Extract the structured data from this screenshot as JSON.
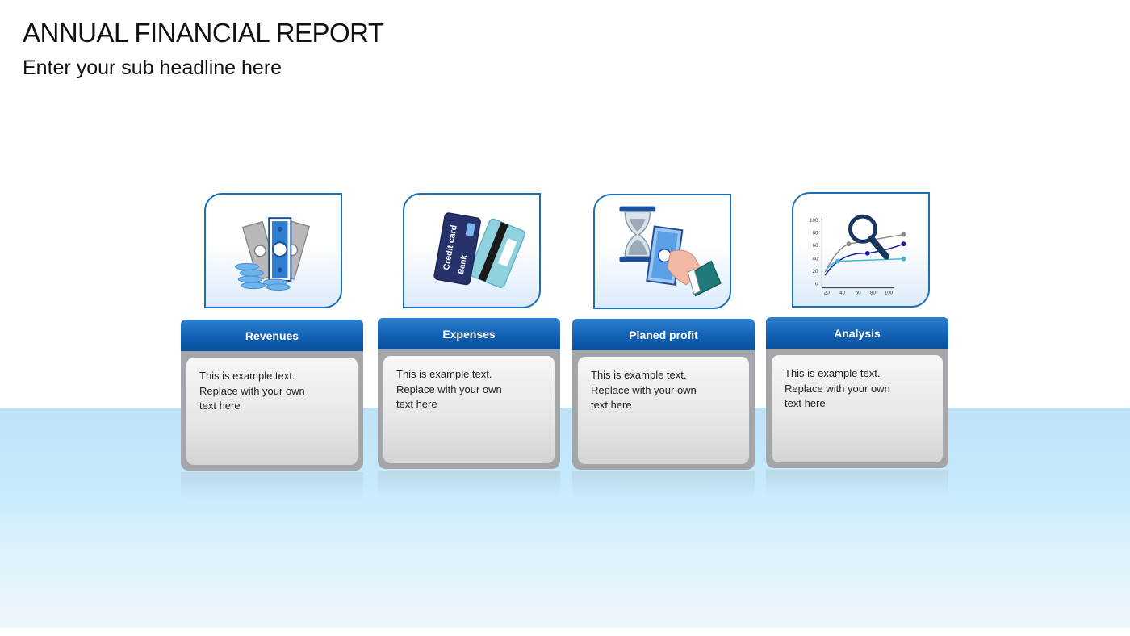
{
  "title": "ANNUAL FINANCIAL REPORT",
  "subtitle": "Enter your sub headline here",
  "colors": {
    "accent_blue": "#1160b4",
    "frame_blue": "#1a6fb5",
    "card_gray": "#a5a6a9",
    "floor_blue": "#c6ebfc"
  },
  "cards": [
    {
      "icon": "money-bills-icon",
      "header": "Revenues",
      "text_lines": [
        "This is example text.",
        "Replace with your own",
        "text here"
      ]
    },
    {
      "icon": "credit-card-icon",
      "header": "Expenses",
      "text_lines": [
        "This is example text.",
        "Replace with your own",
        "text here"
      ],
      "icon_labels": {
        "card_text": "Credit card",
        "bank_text": "Bank"
      }
    },
    {
      "icon": "hourglass-money-icon",
      "header": "Planed profit",
      "text_lines": [
        "This is example text.",
        "Replace with your own",
        "text here"
      ]
    },
    {
      "icon": "chart-magnifier-icon",
      "header": "Analysis",
      "text_lines": [
        "This is example text.",
        "Replace with your own",
        "text here"
      ],
      "chart_ticks": {
        "y": [
          "100",
          "80",
          "60",
          "40",
          "20",
          "0"
        ],
        "x": [
          "20",
          "40",
          "60",
          "80",
          "100"
        ]
      }
    }
  ]
}
